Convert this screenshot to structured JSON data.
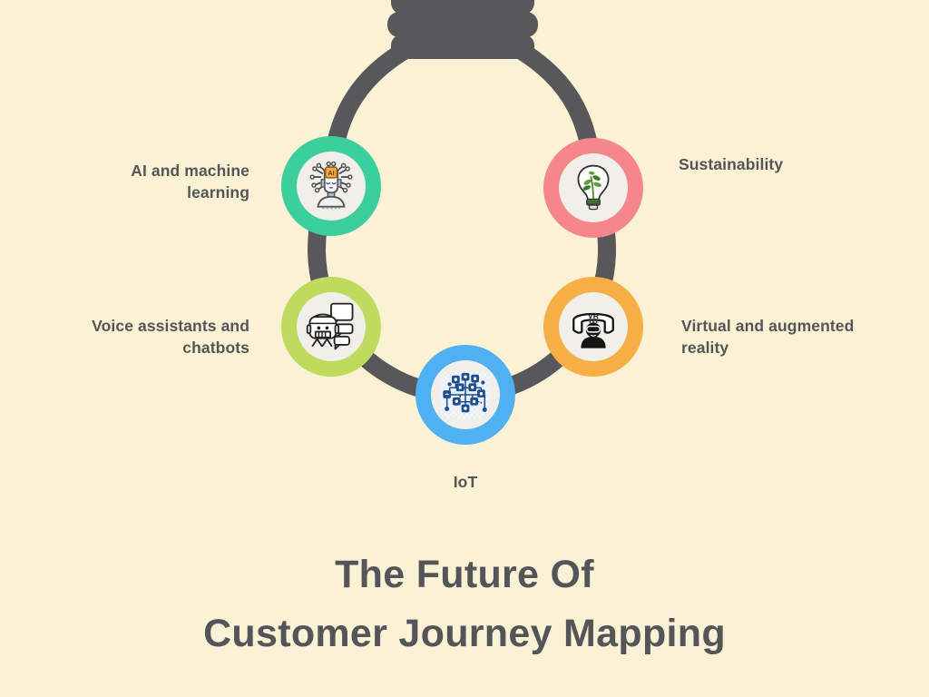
{
  "title": {
    "line1": "The Future Of",
    "line2": "Customer Journey Mapping"
  },
  "colors": {
    "background": "#FBF2D6",
    "bulb": "#58585A",
    "text": "#545559",
    "node_inner": "#F1EFEA",
    "ring_ai": "#3BCF9D",
    "ring_sustainability": "#F4868C",
    "ring_voice": "#BFDA5C",
    "ring_vr": "#F6AE45",
    "ring_iot": "#4FB1F2"
  },
  "nodes": [
    {
      "id": "ai",
      "label": "AI and machine\nlearning",
      "icon": "ai-robot-head-icon",
      "label_side": "left"
    },
    {
      "id": "sustainability",
      "label": "Sustainability",
      "icon": "plant-lightbulb-icon",
      "label_side": "right"
    },
    {
      "id": "voice",
      "label": "Voice assistants and\nchatbots",
      "icon": "chatbot-speech-bubbles-icon",
      "label_side": "left"
    },
    {
      "id": "vr",
      "label": "Virtual and augmented\nreality",
      "icon": "vr-headset-icon",
      "label_side": "right"
    },
    {
      "id": "iot",
      "label": "IoT",
      "icon": "iot-network-icon",
      "label_side": "bottom"
    }
  ],
  "icon_texts": {
    "ai_chip": "AI",
    "vr_band": "VR"
  }
}
